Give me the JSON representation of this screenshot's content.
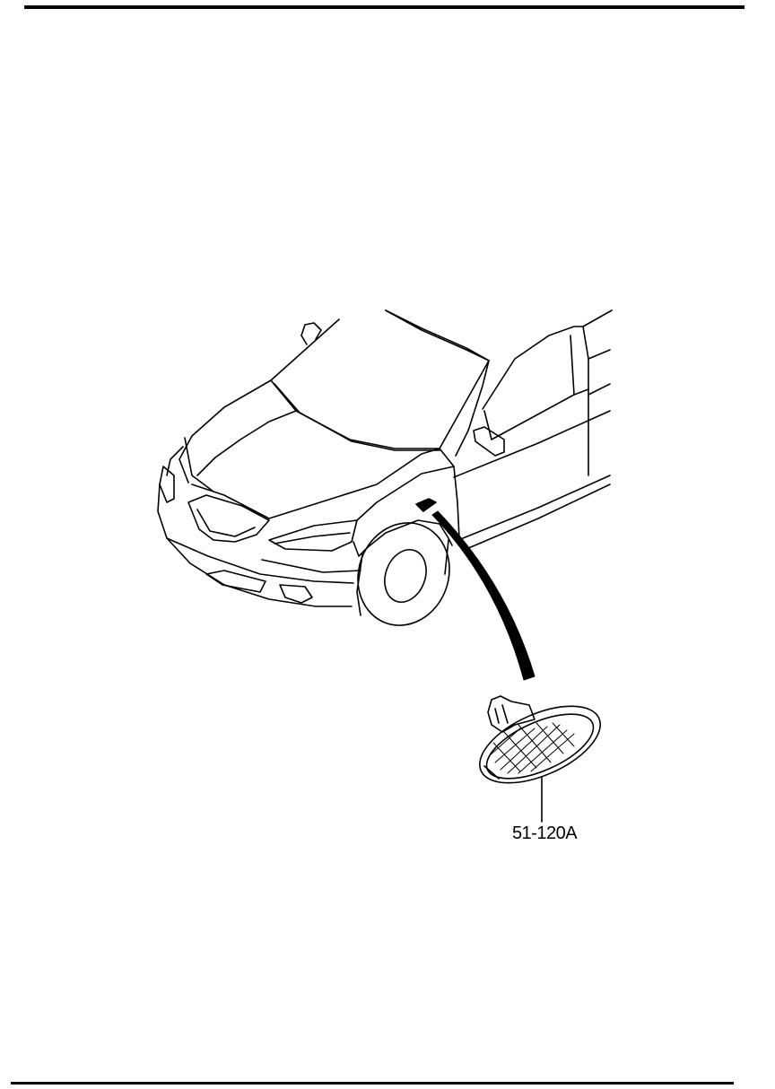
{
  "diagram": {
    "part_label": "51-120A",
    "line_color": "#000000",
    "background": "#ffffff",
    "subject": "car-front-quarter-view",
    "part": "side-turn-signal-lamp"
  }
}
